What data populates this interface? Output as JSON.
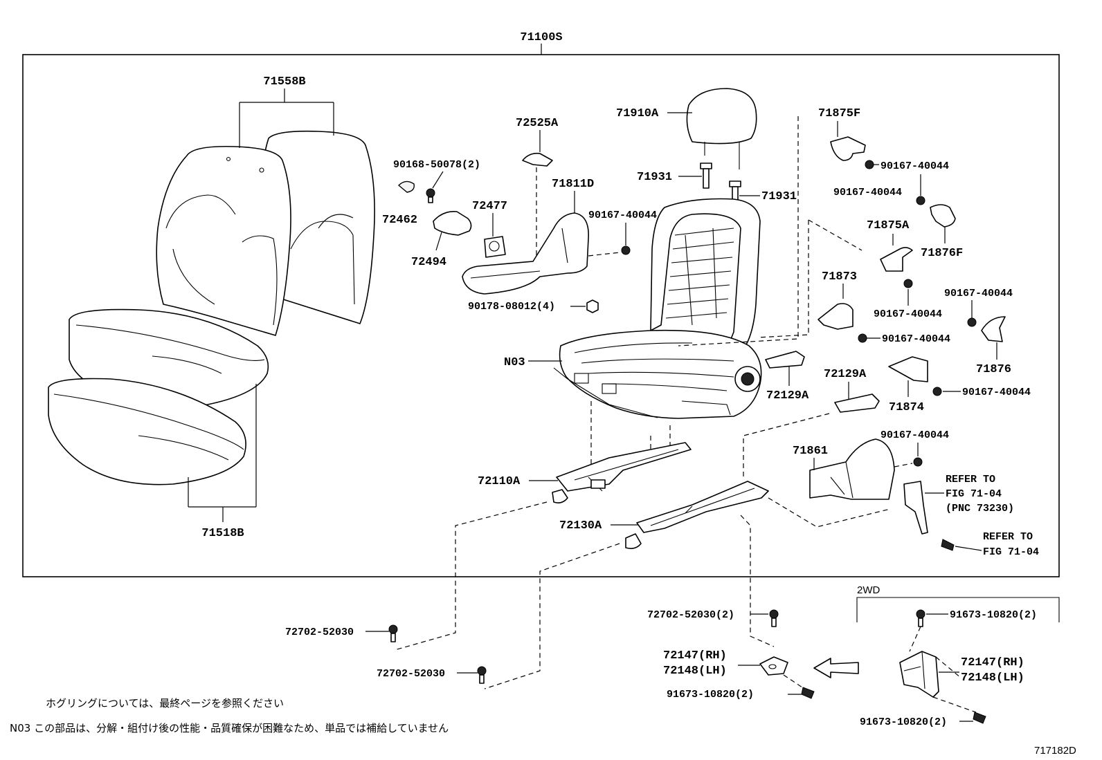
{
  "assembly_label": "71100S",
  "labels": {
    "cover_back": "71558B",
    "cover_cushion": "71518B",
    "headrest": "71910A",
    "support_1": "71931",
    "support_2": "71931",
    "shield_pieces": "72525A",
    "screw_shield": "90168-50078(2)",
    "shield_outer": "71811D",
    "screw_frame": "90167-40044",
    "knob_a": "72462",
    "knob_b": "72477",
    "knob_c": "72494",
    "nut_frame": "90178-08012(4)",
    "frame": "N03",
    "cover_a": "71875F",
    "screw_a1": "90167-40044",
    "screw_a2": "90167-40044",
    "cover_b": "71876F",
    "bracket_a": "71875A",
    "screw_b": "90167-40044",
    "cover_c": "71873",
    "screw_c": "90167-40044",
    "screw_d": "90167-40044",
    "cover_d": "71876",
    "lever_cover_a": "72129A",
    "lever_cover_b": "72129A",
    "cover_e": "71874",
    "screw_e": "90167-40044",
    "shield_inner": "71861",
    "screw_f": "90167-40044",
    "refer1_line1": "REFER TO",
    "refer1_line2": "FIG 71-04",
    "refer1_line3": "(PNC 73230)",
    "refer2_line1": "REFER TO",
    "refer2_line2": "FIG 71-04",
    "adjuster_a": "72110A",
    "adjuster_b": "72130A",
    "bolt_1": "72702-52030",
    "bolt_2": "72702-52030",
    "bolt_3": "72702-52030(2)",
    "bracket_rh": "72147(RH)",
    "bracket_lh": "72148(LH)",
    "bolt_4": "91673-10820(2)",
    "twowd": "2WD",
    "bolt_5": "91673-10820(2)",
    "bracket_rh_2": "72147(RH)",
    "bracket_lh_2": "72148(LH)",
    "bolt_6": "91673-10820(2)"
  },
  "notes": {
    "hog_ring": "ホグリングについては、最終ページを参照ください",
    "n03": "N03 この部品は、分解・組付け後の性能・品質確保が困難なため、単品では補給していません"
  },
  "figure_id": "717182D"
}
